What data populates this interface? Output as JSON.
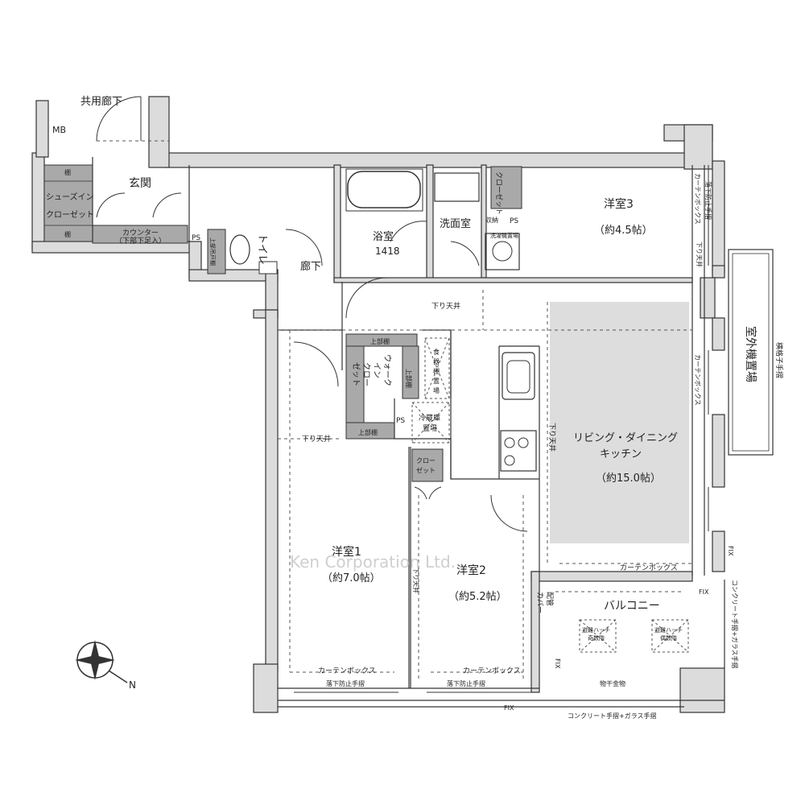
{
  "labels": {
    "corridor_common": "共用廊下",
    "mb": "MB",
    "entrance": "玄関",
    "shelf1": "棚",
    "shoe_closet_1": "シューズイン",
    "shoe_closet_2": "クローゼット",
    "shelf2": "棚",
    "counter_1": "カウンター",
    "counter_2": "（下部下足入）",
    "ps1": "PS",
    "toilet_storage": "上部吊戸棚",
    "toilet": "トイレ",
    "hallway": "廊下",
    "bathroom": "浴室",
    "bath_size": "1418",
    "washroom": "洗面室",
    "closet_wash": "クローゼット",
    "sink_shelf": "収納",
    "ps2": "PS",
    "washer": "洗濯機置場",
    "room3": "洋室3",
    "room3_size": "（約4.5帖）",
    "room3_curtain": "カーテンボックス",
    "room3_rail": "落下防止手摺",
    "room3_ceiling": "下り天井",
    "lowered_ceiling_a": "下り天井",
    "outdoor_unit": "室外機置場",
    "lattice_rail": "横格子手摺",
    "upper_shelf1": "上部棚",
    "upper_shelf2": "上部棚",
    "upper_shelf3": "上部棚",
    "wic_1": "ウォーク",
    "wic_2": "イン",
    "wic_3": "クロー",
    "wic_4": "ゼット",
    "pantry_1": "食",
    "pantry_2": "器",
    "pantry_3": "棚",
    "pantry_4": "置",
    "pantry_5": "場",
    "ps3": "PS",
    "fridge_1": "冷蔵庫",
    "fridge_2": "置場",
    "lowered_ceiling_b": "下り天井",
    "lowered_ceiling_c": "下り天井",
    "ldk_1": "リビング・ダイニング",
    "ldk_2": "キッチン",
    "ldk_size": "（約15.0帖）",
    "curtain_box_ldk": "カーテンボックス",
    "curtain_box_right": "カーテンボックス",
    "closet_small_1": "クロー",
    "closet_small_2": "ゼット",
    "room1": "洋室1",
    "room1_size": "（約7.0帖）",
    "room2": "洋室2",
    "room2_size": "（約5.2帖）",
    "lowered_ceiling_d": "下り天井",
    "pipe_cover_1": "配管",
    "pipe_cover_2": "カバー",
    "balcony": "バルコニー",
    "hatch1_1": "避難ハッチ",
    "hatch1_2": "奇数階",
    "hatch2_1": "避難ハッチ",
    "hatch2_2": "偶数階",
    "drying": "物干金物",
    "curtain_box_1": "カーテンボックス",
    "fall_rail_1": "落下防止手摺",
    "curtain_box_2": "カーテンボックス",
    "fall_rail_2": "落下防止手摺",
    "fix1": "FIX",
    "fix2": "FIX",
    "fix3": "FIX",
    "fix4": "FIX",
    "concrete_rail_bottom": "コンクリート手摺+ガラス手摺",
    "concrete_rail_right": "コンクリート手摺+ガラス手摺",
    "watermark": "Ken Corporation Ltd.",
    "north": "N"
  },
  "colors": {
    "wall": "#dcdcdc",
    "wall_stroke": "#333333",
    "storage": "#a9a9a9",
    "ldk_fill": "#dddddd",
    "line": "#333333"
  }
}
